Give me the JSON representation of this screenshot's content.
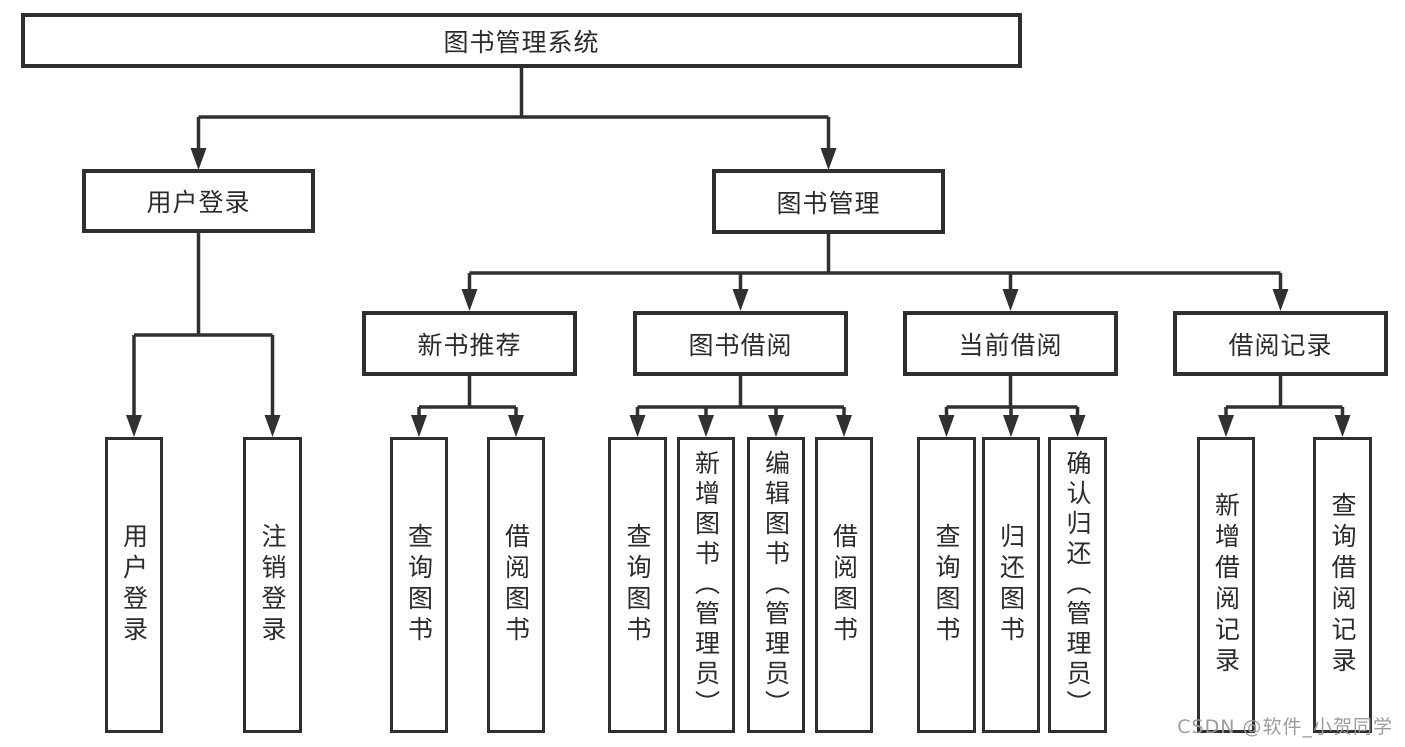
{
  "diagram": {
    "type": "hierarchy-chart",
    "title": "图书管理系统",
    "watermark": "CSDN @软件_小贺同学",
    "colors": {
      "background": "#ffffff",
      "box_border": "#2f2f2f",
      "connector_line": "#303030",
      "label_text": "#2b2b2b",
      "watermark_text": "#989898"
    },
    "nodes": {
      "library_system": {
        "label": "图书管理系统",
        "level": 1,
        "parent": null
      },
      "user_login": {
        "label": "用户登录",
        "level": 2,
        "parent": "library_system"
      },
      "book_management": {
        "label": "图书管理",
        "level": 2,
        "parent": "library_system"
      },
      "new_book_recommend": {
        "label": "新书推荐",
        "level": 3,
        "parent": "book_management"
      },
      "book_borrow": {
        "label": "图书借阅",
        "level": 3,
        "parent": "book_management"
      },
      "current_borrow": {
        "label": "当前借阅",
        "level": 3,
        "parent": "book_management"
      },
      "borrow_record": {
        "label": "借阅记录",
        "level": 3,
        "parent": "book_management"
      },
      "user_login_leaf": {
        "label": "用户登录",
        "level": 4,
        "parent": "user_login"
      },
      "logout_leaf": {
        "label": "注销登录",
        "level": 4,
        "parent": "user_login"
      },
      "query_book_recommend": {
        "label": "查询图书",
        "level": 4,
        "parent": "new_book_recommend"
      },
      "borrow_book_recommend": {
        "label": "借阅图书",
        "level": 4,
        "parent": "new_book_recommend"
      },
      "query_book_borrow": {
        "label": "查询图书",
        "level": 4,
        "parent": "book_borrow"
      },
      "add_book_admin": {
        "label": "新增图书（管理员）",
        "level": 4,
        "parent": "book_borrow"
      },
      "edit_book_admin": {
        "label": "编辑图书（管理员）",
        "level": 4,
        "parent": "book_borrow"
      },
      "borrow_book_leaf": {
        "label": "借阅图书",
        "level": 4,
        "parent": "book_borrow"
      },
      "query_book_current": {
        "label": "查询图书",
        "level": 4,
        "parent": "current_borrow"
      },
      "return_book": {
        "label": "归还图书",
        "level": 4,
        "parent": "current_borrow"
      },
      "confirm_return_admin": {
        "label": "确认归还（管理员）",
        "level": 4,
        "parent": "current_borrow"
      },
      "add_borrow_record": {
        "label": "新增借阅记录",
        "level": 4,
        "parent": "borrow_record"
      },
      "query_borrow_record": {
        "label": "查询借阅记录",
        "level": 4,
        "parent": "borrow_record"
      }
    }
  }
}
